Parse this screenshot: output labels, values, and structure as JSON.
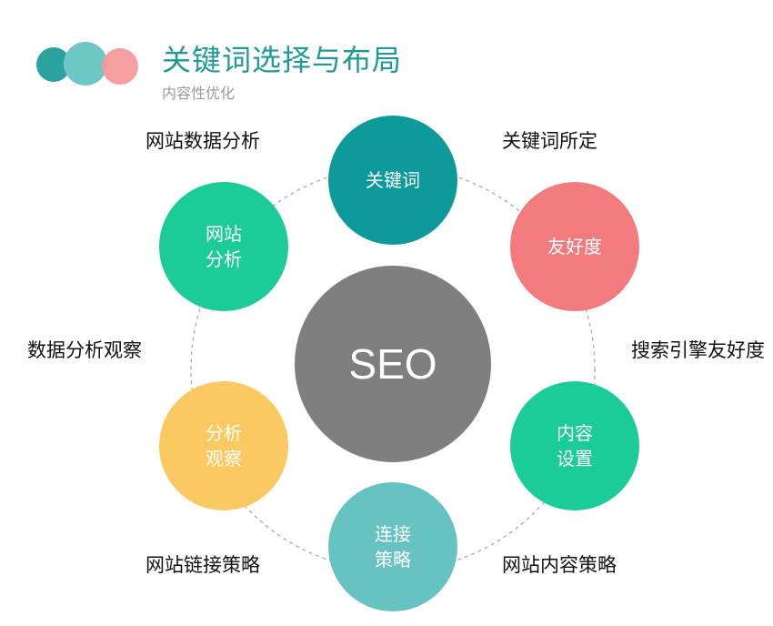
{
  "header": {
    "title": "关键词选择与布局",
    "subtitle": "内容性优化"
  },
  "colors": {
    "teal_dark": "#0e9a9a",
    "pink": "#f27b7e",
    "green": "#1ccc96",
    "yellow": "#fbc962",
    "teal_light": "#67c3c1",
    "gray": "#7f7f7f",
    "title": "#1f9a94",
    "logo_left": "#2aa3a0",
    "logo_mid": "#6dc7c4",
    "logo_right": "#f59a9a"
  },
  "center": {
    "label": "SEO"
  },
  "nodes": {
    "keywords": "关键词",
    "friendliness": "友好度",
    "content": "内容\n设置",
    "links": "连接\n策略",
    "observe": "分析\n观察",
    "site": "网站\n分析"
  },
  "labels": {
    "site_data": "网站数据分析",
    "keyword_fixed": "关键词所定",
    "search_engine": "搜索引擎友好度",
    "content_strategy": "网站内容策略",
    "link_strategy": "网站链接策略",
    "data_observe": "数据分析观察"
  }
}
